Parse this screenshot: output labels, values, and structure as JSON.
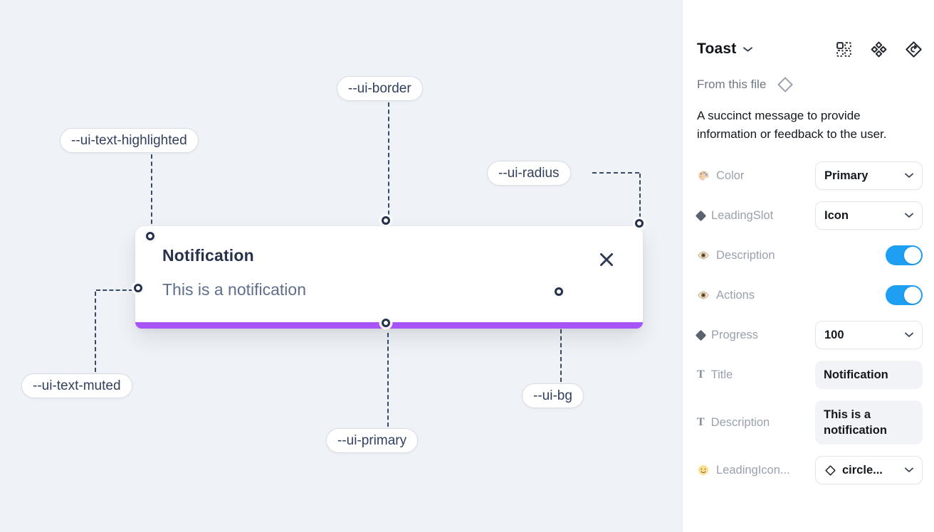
{
  "canvas": {
    "toast": {
      "title": "Notification",
      "description": "This is a notification"
    },
    "labels": [
      {
        "text": "--ui-border"
      },
      {
        "text": "--ui-text-highlighted"
      },
      {
        "text": "--ui-radius"
      },
      {
        "text": "--ui-text-muted"
      },
      {
        "text": "--ui-primary"
      },
      {
        "text": "--ui-bg"
      }
    ]
  },
  "panel": {
    "title": "Toast",
    "source_label": "From this file",
    "description": "A succinct message to provide information or feedback to the user.",
    "rows": [
      {
        "icon": "palette-icon",
        "label": "Color",
        "control": "select",
        "value": "Primary"
      },
      {
        "icon": "diamond-icon",
        "label": "LeadingSlot",
        "control": "select",
        "value": "Icon"
      },
      {
        "icon": "eye-icon",
        "label": "Description",
        "control": "toggle",
        "value": "on"
      },
      {
        "icon": "eye-icon",
        "label": "Actions",
        "control": "toggle",
        "value": "on"
      },
      {
        "icon": "diamond-icon",
        "label": "Progress",
        "control": "select",
        "value": "100"
      },
      {
        "icon": "text-icon",
        "label": "Title",
        "control": "text",
        "value": "Notification"
      },
      {
        "icon": "text-icon",
        "label": "Description",
        "control": "text",
        "value": "This is a notification"
      },
      {
        "icon": "smiley-icon",
        "label": "LeadingIcon...",
        "control": "select",
        "value": "circle..."
      }
    ]
  },
  "colors": {
    "primary": "#a855f7",
    "toggle-on": "#1f9ff3",
    "canvas-bg": "#eff2f6"
  }
}
